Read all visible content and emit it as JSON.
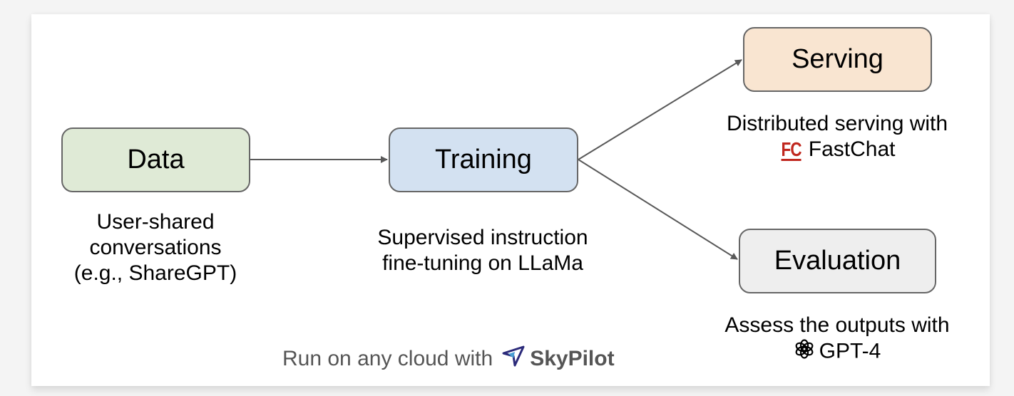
{
  "diagram": {
    "nodes": {
      "data": {
        "label": "Data",
        "color": "#dfead6"
      },
      "training": {
        "label": "Training",
        "color": "#d3e1f1"
      },
      "serving": {
        "label": "Serving",
        "color": "#f9e5d1"
      },
      "evaluation": {
        "label": "Evaluation",
        "color": "#eeeeee"
      }
    },
    "edges": [
      {
        "from": "data",
        "to": "training"
      },
      {
        "from": "training",
        "to": "serving"
      },
      {
        "from": "training",
        "to": "evaluation"
      }
    ],
    "captions": {
      "data": [
        "User-shared",
        "conversations",
        "(e.g., ShareGPT)"
      ],
      "training": [
        "Supervised instruction",
        "fine-tuning on LLaMa"
      ],
      "serving": {
        "line1": "Distributed serving with",
        "logo": "FC",
        "tool": "FastChat",
        "logo_color": "#c0271e"
      },
      "evaluation": {
        "line1": "Assess the outputs with",
        "icon": "openai-logo-icon",
        "tool": "GPT-4"
      }
    },
    "footer": {
      "text": "Run on any cloud with",
      "icon": "skypilot-logo-icon",
      "brand": "SkyPilot"
    }
  }
}
